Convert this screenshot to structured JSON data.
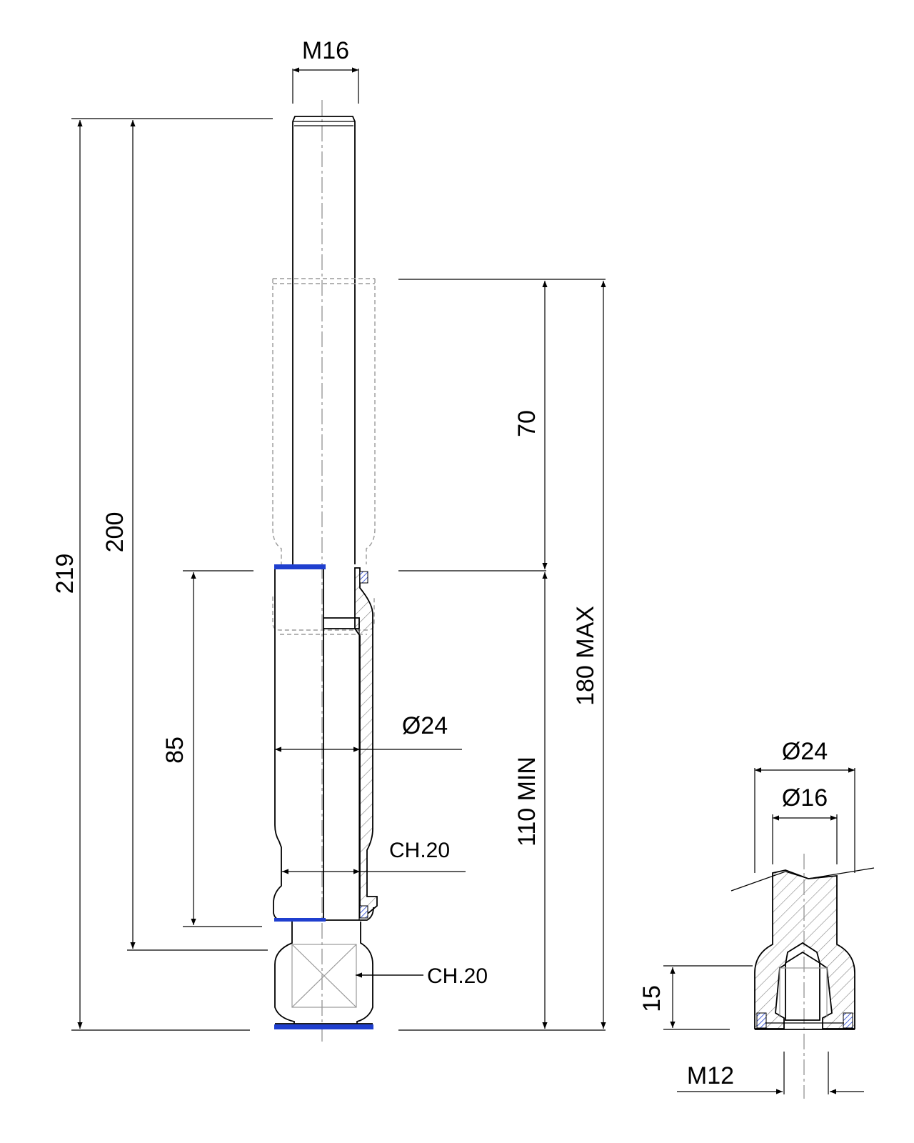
{
  "colors": {
    "line": "#000000",
    "seal": "#1f3fcf",
    "hatch": "#9a9a9a",
    "phantom": "#9a9a9a"
  },
  "main_view": {
    "thread_top": "M16",
    "overall_length": "219",
    "length_200": "200",
    "length_85": "85",
    "stroke": "70",
    "extended": "180 MAX",
    "compressed": "110 MIN",
    "diameter": "Ø24",
    "wrench_flat_1": "CH.20",
    "wrench_flat_2": "CH.20"
  },
  "detail_view": {
    "outer_diameter": "Ø24",
    "inner_diameter": "Ø16",
    "height": "15",
    "thread_bottom": "M12"
  }
}
